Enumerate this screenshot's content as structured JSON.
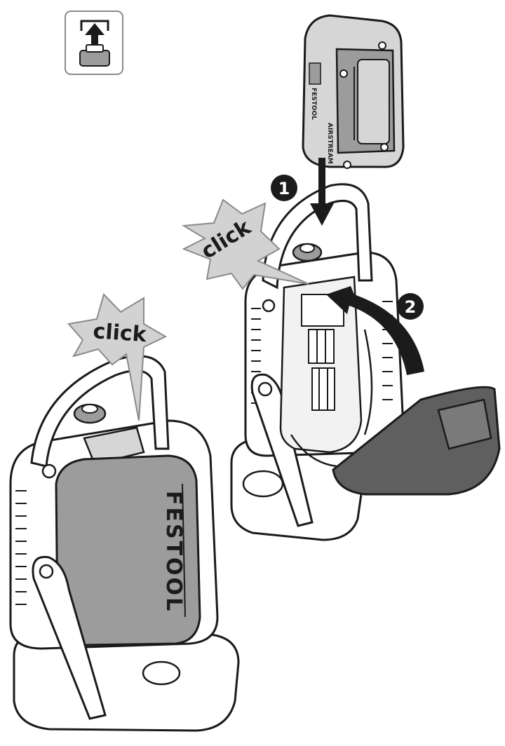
{
  "diagram": {
    "icon": {
      "name": "battery-remove-icon"
    },
    "steps": [
      {
        "number": "1"
      },
      {
        "number": "2"
      }
    ],
    "callouts": [
      {
        "text": "click"
      },
      {
        "text": "click"
      }
    ],
    "brand_labels": {
      "battery_side": "FESTOOL",
      "battery_top": "FESTOOL",
      "battery_model": "AIRSTREAM"
    },
    "colors": {
      "outline": "#1b1b1b",
      "gray_light": "#d6d6d6",
      "gray_mid": "#9c9c9c",
      "gray_dark": "#5f5f5f",
      "burst_fill": "#d2d2d2"
    }
  }
}
